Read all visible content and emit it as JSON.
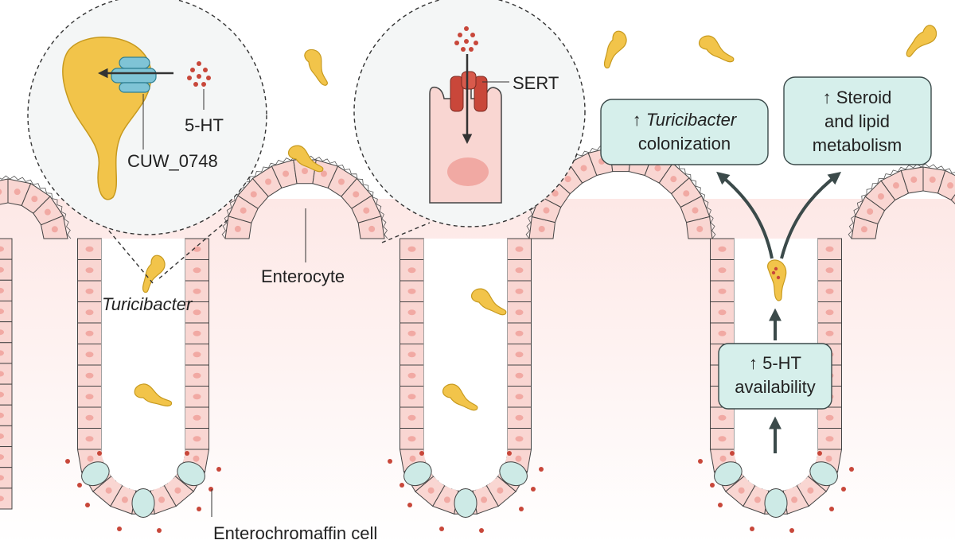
{
  "labels": {
    "turicibacter": "Turicibacter",
    "enterocyte": "Enterocyte",
    "enterochromaffin": "Enterochromaffin cell",
    "sert": "SERT",
    "ht5": "5-HT",
    "cuw": "CUW_0748"
  },
  "boxes": {
    "colonization": {
      "arrow": "↑",
      "italic_word": "Turicibacter",
      "line2": "colonization"
    },
    "steroid": {
      "line1": "↑ Steroid",
      "line2": "and lipid",
      "line3": "metabolism"
    },
    "availability": {
      "line1": "↑ 5-HT",
      "line2": "availability"
    }
  },
  "colors": {
    "bacteria": "#f2c44a",
    "bacteria_stroke": "#c79a1f",
    "enterocyte_fill": "#f9d6d2",
    "enterocyte_stroke": "#444444",
    "nucleus": "#f1a9a3",
    "ec_cell": "#cdeae6",
    "serotonin_dot": "#c8473a",
    "sert_protein": "#c9473a",
    "transporter": "#7fc4d6",
    "box_fill": "#d6efeb",
    "arrow": "#3b4a4a",
    "lumen_tint": "#fdeceb"
  }
}
